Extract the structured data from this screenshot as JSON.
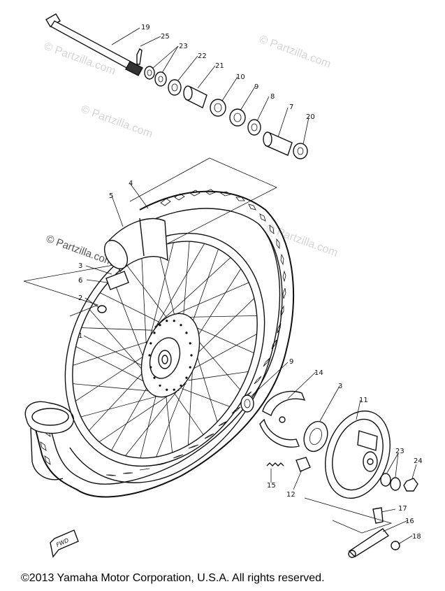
{
  "callouts": {
    "c19": "19",
    "c25": "25",
    "c23a": "23",
    "c22": "22",
    "c21": "21",
    "c10": "10",
    "c9a": "9",
    "c8": "8",
    "c7": "7",
    "c20": "20",
    "c4": "4",
    "c5": "5",
    "c3a": "3",
    "c6": "6",
    "c2": "2",
    "c1": "1",
    "c9b": "9",
    "c14": "14",
    "c3b": "3",
    "c11": "11",
    "c23b": "23",
    "c24": "24",
    "c15": "15",
    "c12": "12",
    "c17": "17",
    "c16": "16",
    "c18": "18"
  },
  "fwd_label": "FWD",
  "watermarks": [
    "© Partzilla.com",
    "© Partzilla.com",
    "© Partzilla.com",
    "© Partzilla.com",
    "© Partzilla.com"
  ],
  "copyright": "©2013  Yamaha Motor Corporation, U.S.A. All rights reserved."
}
